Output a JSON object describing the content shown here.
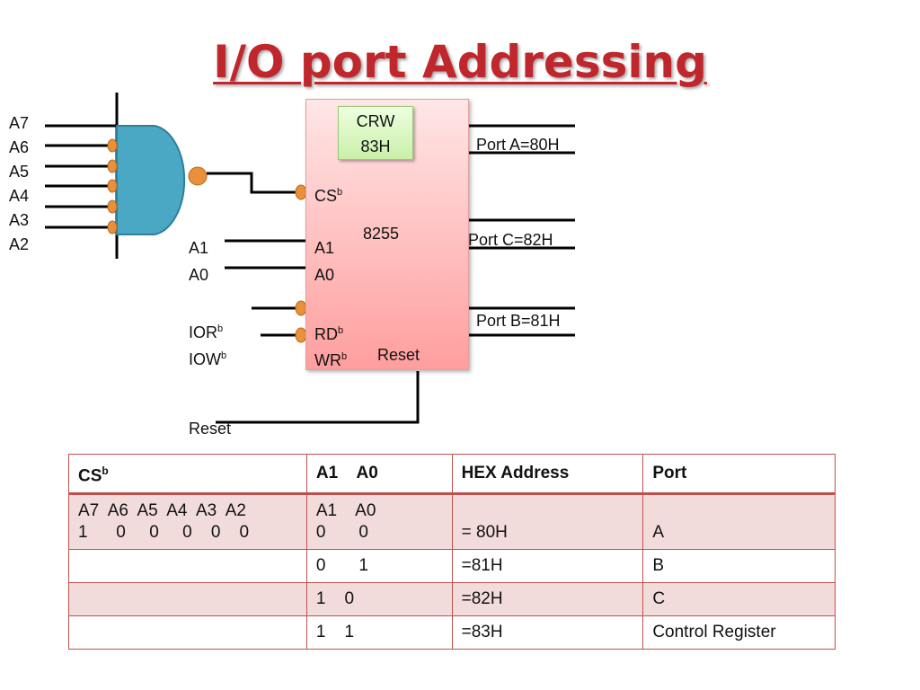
{
  "title": "I/O port Addressing",
  "decoder_inputs": [
    "A7",
    "A6",
    "A5",
    "A4",
    "A3",
    "A2"
  ],
  "chip": {
    "crw_line1": "CRW",
    "crw_line2": "83H",
    "name": "8255",
    "pin_cs": "CS",
    "pin_a1": "A1",
    "pin_a0": "A0",
    "pin_rd": "RD",
    "pin_wr": "WR",
    "pin_reset": "Reset",
    "superscript": "b"
  },
  "bus_signals": {
    "a1": "A1",
    "a0": "A0",
    "ior": "IOR",
    "iow": "IOW",
    "reset": "Reset"
  },
  "ports": {
    "a": "Port A=80H",
    "c": "Port C=82H",
    "b": "Port B=81H"
  },
  "table": {
    "headers": {
      "cs": "CS",
      "cs_sup": "b",
      "a1a0": "A1    A0",
      "hex": "HEX Address",
      "port": "Port"
    },
    "rows": [
      {
        "cs_line1": "A7  A6  A5  A4  A3  A2",
        "cs_line2": "1      0     0     0    0    0",
        "a_line1": "A1    A0",
        "a_line2": "0       0",
        "hex": "= 80H",
        "port": "A"
      },
      {
        "cs_line1": "",
        "cs_line2": "",
        "a_line1": "",
        "a_line2": "0       1",
        "hex": "=81H",
        "port": "B"
      },
      {
        "cs_line1": "",
        "cs_line2": "",
        "a_line1": "",
        "a_line2": "1    0",
        "hex": "=82H",
        "port": "C"
      },
      {
        "cs_line1": "",
        "cs_line2": "",
        "a_line1": "",
        "a_line2": "1    1",
        "hex": "=83H",
        "port": "Control  Register"
      }
    ]
  },
  "colors": {
    "title": "#c0272d",
    "gate_fill": "#4aa8c4",
    "bubble": "#e8913a",
    "table_border": "#c0504d",
    "table_alt_row": "#f2dcdb"
  }
}
